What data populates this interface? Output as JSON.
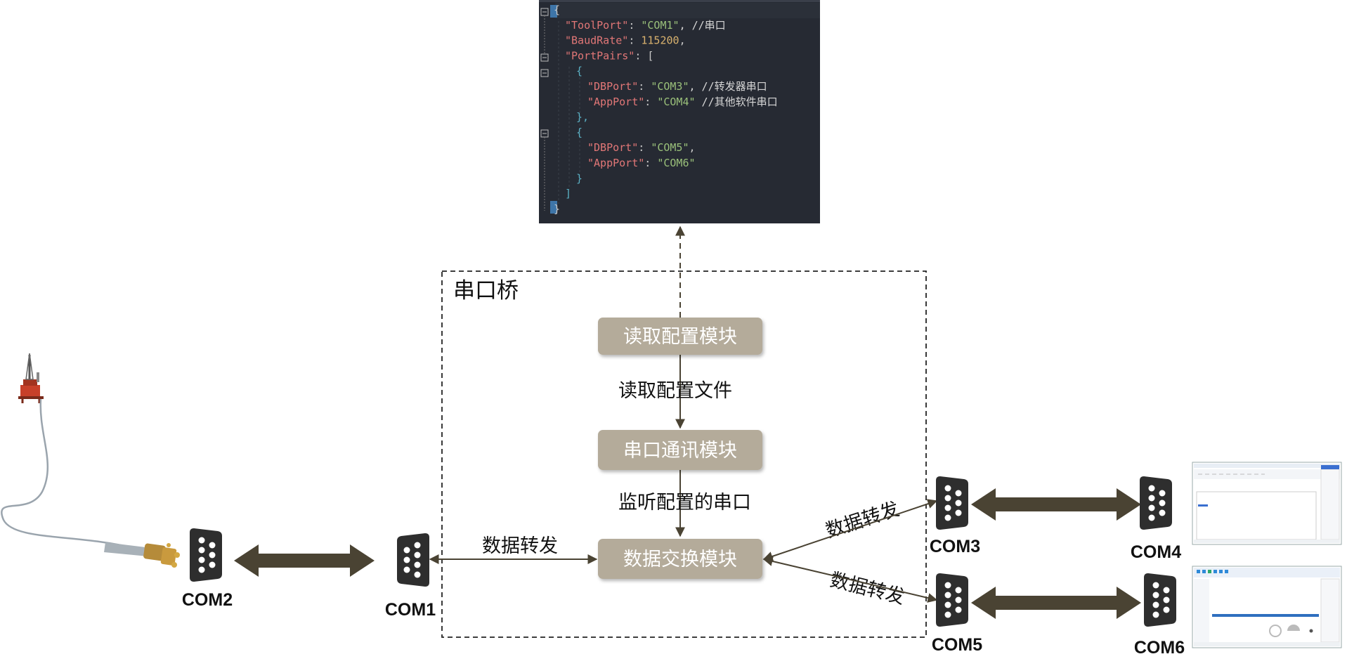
{
  "config_file": {
    "lines": [
      {
        "parts": [
          {
            "t": "{",
            "c": "punct"
          }
        ]
      },
      {
        "parts": [
          {
            "t": "\"ToolPort\"",
            "c": "key"
          },
          {
            "t": ": ",
            "c": "punct"
          },
          {
            "t": "\"COM1\"",
            "c": "str"
          },
          {
            "t": ", //串口",
            "c": "comment"
          }
        ]
      },
      {
        "parts": [
          {
            "t": "\"BaudRate\"",
            "c": "key"
          },
          {
            "t": ": ",
            "c": "punct"
          },
          {
            "t": "115200",
            "c": "num"
          },
          {
            "t": ",",
            "c": "punct"
          }
        ]
      },
      {
        "parts": [
          {
            "t": "\"PortPairs\"",
            "c": "key"
          },
          {
            "t": ": [",
            "c": "punct"
          }
        ]
      },
      {
        "parts": [
          {
            "t": "{",
            "c": "bracket"
          }
        ]
      },
      {
        "parts": [
          {
            "t": "\"DBPort\"",
            "c": "key"
          },
          {
            "t": ": ",
            "c": "punct"
          },
          {
            "t": "\"COM3\"",
            "c": "str"
          },
          {
            "t": ", //转发器串口",
            "c": "comment"
          }
        ]
      },
      {
        "parts": [
          {
            "t": "\"AppPort\"",
            "c": "key"
          },
          {
            "t": ": ",
            "c": "punct"
          },
          {
            "t": "\"COM4\"",
            "c": "str"
          },
          {
            "t": " //其他软件串口",
            "c": "comment"
          }
        ]
      },
      {
        "parts": [
          {
            "t": "},",
            "c": "bracket"
          }
        ]
      },
      {
        "parts": [
          {
            "t": "{",
            "c": "bracket"
          }
        ]
      },
      {
        "parts": [
          {
            "t": "\"DBPort\"",
            "c": "key"
          },
          {
            "t": ": ",
            "c": "punct"
          },
          {
            "t": "\"COM5\"",
            "c": "str"
          },
          {
            "t": ",",
            "c": "punct"
          }
        ]
      },
      {
        "parts": [
          {
            "t": "\"AppPort\"",
            "c": "key"
          },
          {
            "t": ": ",
            "c": "punct"
          },
          {
            "t": "\"COM6\"",
            "c": "str"
          }
        ]
      },
      {
        "parts": [
          {
            "t": "}",
            "c": "bracket"
          }
        ]
      },
      {
        "parts": [
          {
            "t": "]",
            "c": "bracket"
          }
        ]
      },
      {
        "parts": [
          {
            "t": "}",
            "c": "punct"
          }
        ]
      }
    ]
  },
  "bridge": {
    "title": "串口桥"
  },
  "modules": {
    "read_config": "读取配置模块",
    "serial_comm": "串口通讯模块",
    "data_exchange": "数据交换模块"
  },
  "edges": {
    "read_config_file": "读取配置文件",
    "listen_ports": "监听配置的串口",
    "forward_com1": "数据转发",
    "forward_com3": "数据转发",
    "forward_com5": "数据转发"
  },
  "ports": {
    "com1": "COM1",
    "com2": "COM2",
    "com3": "COM3",
    "com4": "COM4",
    "com5": "COM5",
    "com6": "COM6"
  },
  "colors": {
    "module_fill": "#b4ab9a",
    "arrow": "#4a4333",
    "editor_bg": "#262a33",
    "key": "#e27777",
    "str": "#9ac07a",
    "num": "#d9b26e",
    "comment": "#d6d6d6",
    "punct": "#c9c9c9",
    "bracket": "#5bb0c4"
  }
}
